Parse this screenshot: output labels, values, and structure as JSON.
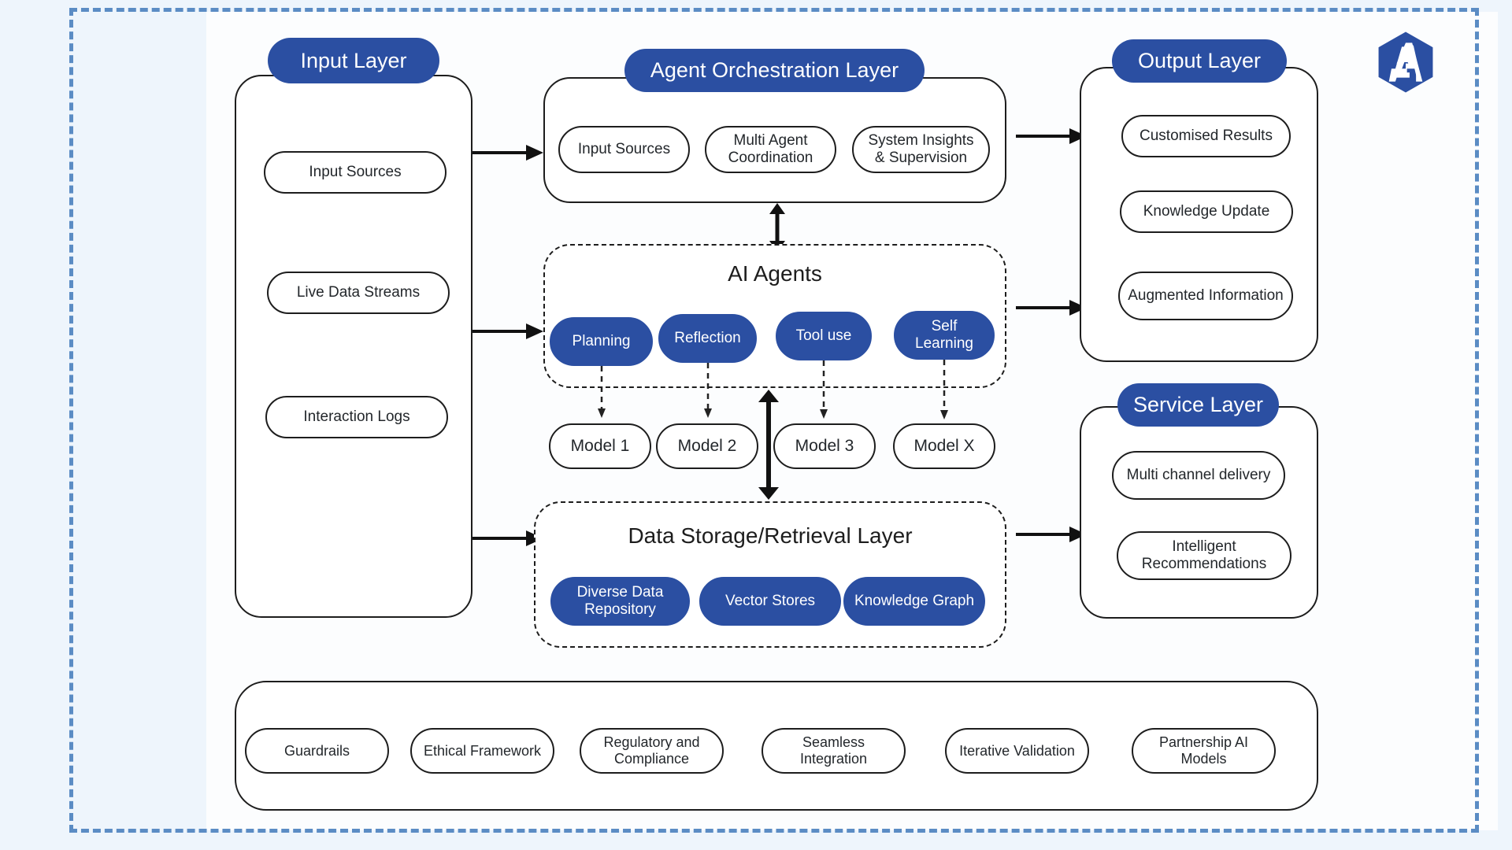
{
  "theme": {
    "page_background": "#eef5fc",
    "sheet_background": "#fcfdfe",
    "frame_border": "#5b8cc4",
    "accent_blue": "#2b4fa2",
    "stroke": "#1d1d1d"
  },
  "logo": {
    "name": "brand-logo",
    "letter": "A",
    "shape": "hexagon",
    "color": "#2b4fa2"
  },
  "input_layer": {
    "title": "Input Layer",
    "items": [
      {
        "label": "Input Sources"
      },
      {
        "label": "Live Data Streams"
      },
      {
        "label": "Interaction Logs"
      }
    ]
  },
  "orchestration_layer": {
    "title": "Agent Orchestration Layer",
    "items": [
      {
        "label": "Input Sources"
      },
      {
        "label": "Multi Agent Coordination"
      },
      {
        "label": "System Insights & Supervision"
      }
    ]
  },
  "ai_agents": {
    "title": "AI Agents",
    "agents": [
      {
        "label": "Planning"
      },
      {
        "label": "Reflection"
      },
      {
        "label": "Tool use"
      },
      {
        "label": "Self Learning"
      }
    ],
    "models": [
      {
        "label": "Model 1"
      },
      {
        "label": "Model 2"
      },
      {
        "label": "Model 3"
      },
      {
        "label": "Model X"
      }
    ]
  },
  "data_layer": {
    "title": "Data Storage/Retrieval Layer",
    "items": [
      {
        "label": "Diverse Data Repository"
      },
      {
        "label": "Vector Stores"
      },
      {
        "label": "Knowledge Graph"
      }
    ]
  },
  "output_layer": {
    "title": "Output Layer",
    "items": [
      {
        "label": "Customised Results"
      },
      {
        "label": "Knowledge Update"
      },
      {
        "label": "Augmented Information"
      }
    ]
  },
  "service_layer": {
    "title": "Service Layer",
    "items": [
      {
        "label": "Multi channel delivery"
      },
      {
        "label": "Intelligent Recommendations"
      }
    ]
  },
  "governance_layer": {
    "items": [
      {
        "label": "Guardrails"
      },
      {
        "label": "Ethical Framework"
      },
      {
        "label": "Regulatory and Compliance"
      },
      {
        "label": "Seamless Integration"
      },
      {
        "label": "Iterative Validation"
      },
      {
        "label": "Partnership AI Models"
      }
    ]
  }
}
